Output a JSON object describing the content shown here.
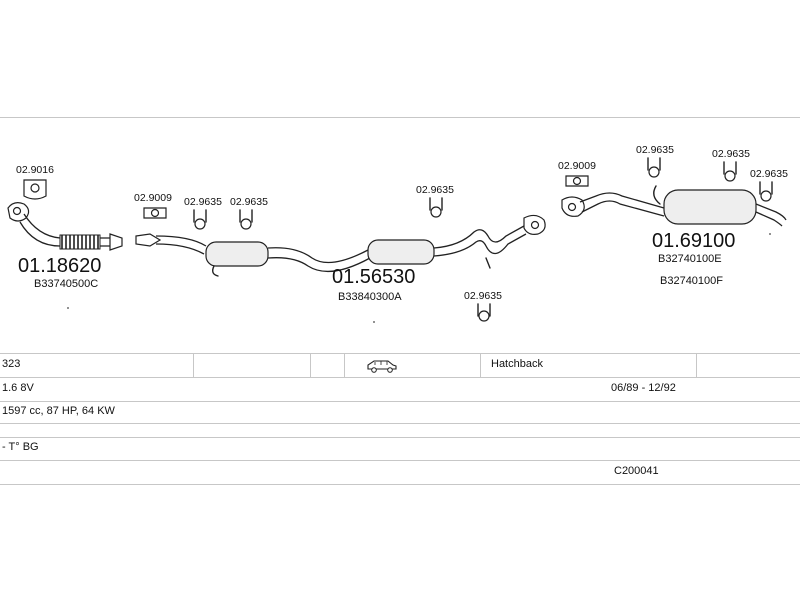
{
  "parts": {
    "clamp_left": "02.9016",
    "front_pipe_number": "01.18620",
    "front_pipe_oem": "B33740500C",
    "clamp_mid_a": "02.9009",
    "clamp_mid_b": "02.9635",
    "clamp_mid_c": "02.9635",
    "center_number": "01.56530",
    "center_oem": "B33840300A",
    "clamp_center_top": "02.9635",
    "clamp_center_bottom": "02.9635",
    "clamp_rear_a": "02.9009",
    "clamp_rear_b": "02.9635",
    "clamp_rear_c": "02.9635",
    "clamp_rear_d": "02.9635",
    "rear_number": "01.69100",
    "rear_oem_1": "B32740100E",
    "rear_oem_2": "B32740100F"
  },
  "table": {
    "row1_model": "323",
    "row1_body": "Hatchback",
    "row2_engine": "1.6  8V",
    "row2_years": "06/89 - 12/92",
    "row3_specs": "1597 cc, 87 HP, 64 KW",
    "row4_note": "- T° BG",
    "row5_code": "C200041"
  },
  "icons": {
    "body_type": "car-hatchback-icon"
  }
}
